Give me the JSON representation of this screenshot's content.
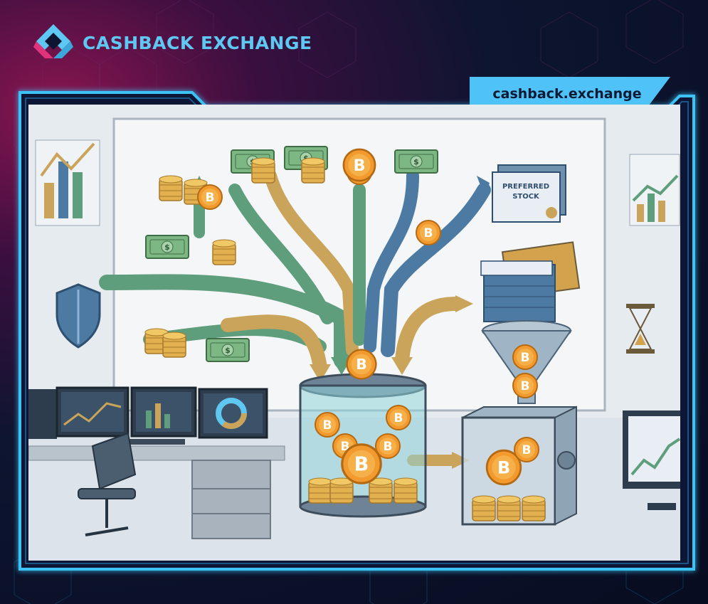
{
  "brand": {
    "name": "CASHBACK EXCHANGE",
    "logo_icon": "diamond-logo-icon",
    "accent": "#5ec8f2"
  },
  "header": {
    "domain_label": "cashback.exchange",
    "tag_color": "#4fc3f7"
  },
  "illustration": {
    "bitcoin_symbol": "B",
    "dollar_symbol": "$",
    "certificate_lines": [
      "PREFERRED",
      "STOCK"
    ],
    "colors": {
      "background": "#e9eef3",
      "green_arrow": "#5f9e7c",
      "gold_arrow": "#c9a45a",
      "blue_arrow": "#4c7aa3",
      "coin": "#f29a2e",
      "cash": "#78b07e",
      "glass": "#8fd3d8"
    }
  }
}
